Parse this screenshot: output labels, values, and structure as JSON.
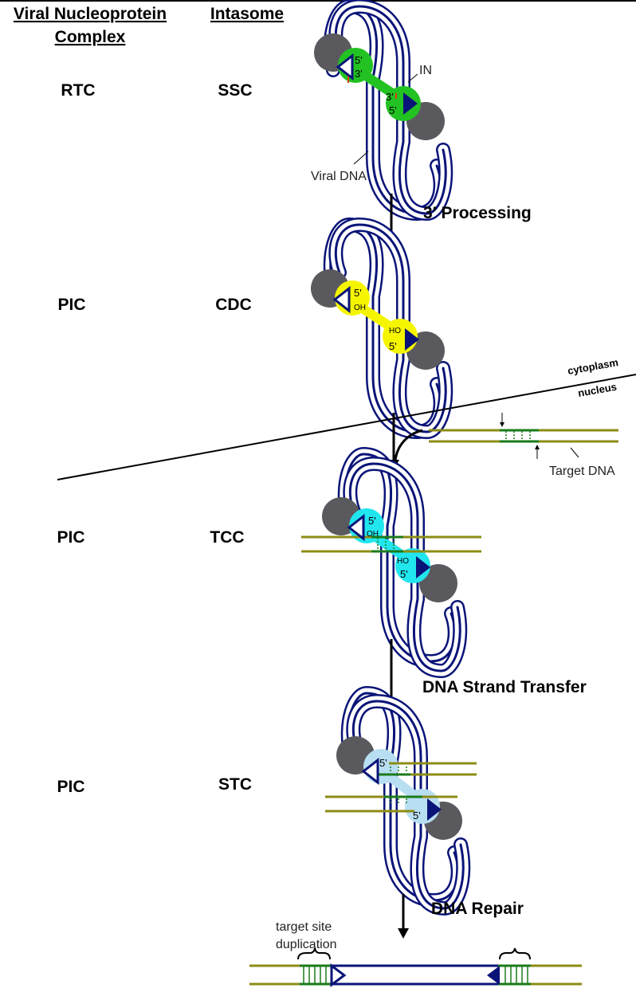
{
  "headers": {
    "left_line1": "Viral Nucleoprotein",
    "left_line2": "Complex",
    "right": "Intasome"
  },
  "rows": [
    {
      "complex": "RTC",
      "intasome": "SSC"
    },
    {
      "complex": "PIC",
      "intasome": "CDC"
    },
    {
      "complex": "PIC",
      "intasome": "TCC"
    },
    {
      "complex": "PIC",
      "intasome": "STC"
    }
  ],
  "steps": {
    "processing": "3′ Processing",
    "strand_transfer": "DNA Strand Transfer",
    "repair": "DNA Repair"
  },
  "labels": {
    "in": "IN",
    "viral_dna": "Viral DNA",
    "target_dna": "Target DNA",
    "cytoplasm": "cytoplasm",
    "nucleus": "nucleus",
    "tsd_line1": "target site",
    "tsd_line2": "duplication",
    "five_prime": "5'",
    "three_prime": "3'",
    "oh": "OH",
    "ho": "HO"
  },
  "colors": {
    "viral_dna": "#0a1478",
    "target_dna": "#8c8c14",
    "green_bp": "#1a7a1a",
    "ssc_in": "#22c222",
    "cdc_in": "#f5f500",
    "tcc_in": "#22e6ee",
    "stc_in": "#b8def2",
    "gray_in": "#5a5a5e",
    "accent_red": "#e04010"
  }
}
